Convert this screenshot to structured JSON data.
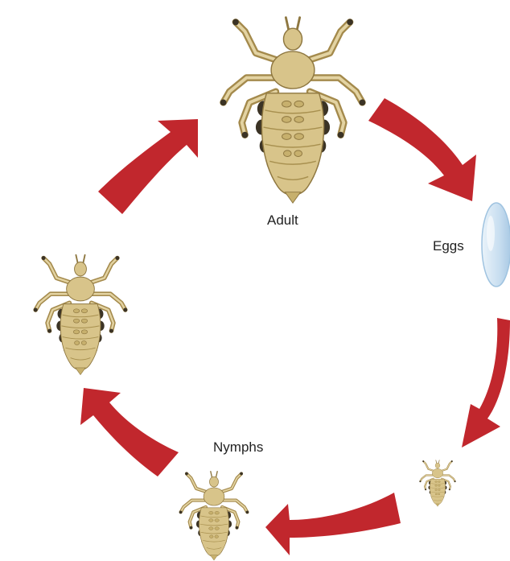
{
  "diagram": {
    "labels": {
      "adult": "Adult",
      "eggs": "Eggs",
      "nymphs": "Nymphs"
    },
    "colors": {
      "arrow": "#c1272d",
      "louse_body": "#d8c48a",
      "louse_shade": "#a8904f",
      "louse_dark": "#3b3325",
      "egg": "#cfe3f3",
      "egg_edge": "#9fc3e0"
    },
    "stages": [
      "adult",
      "eggs",
      "nymph-small",
      "nymph-medium",
      "nymph-large"
    ]
  }
}
